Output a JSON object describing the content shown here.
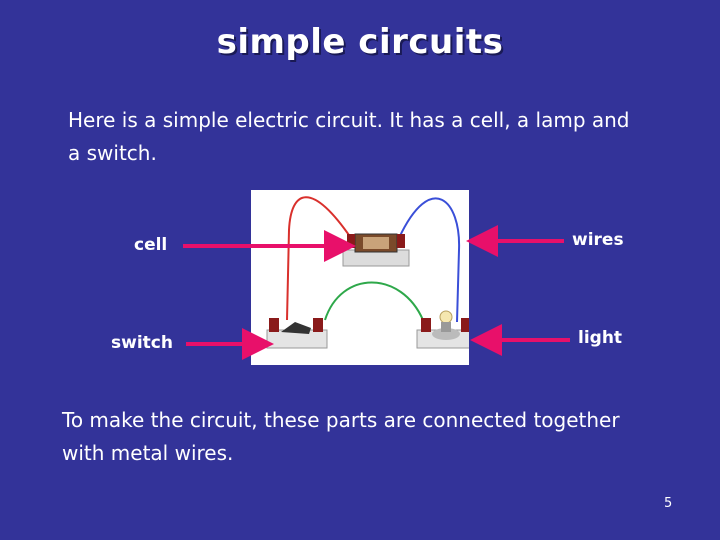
{
  "title": "simple circuits",
  "intro_text": "Here is a simple electric circuit. It has a cell, a lamp and a switch.",
  "labels": {
    "cell": "cell",
    "switch": "switch",
    "wires": "wires",
    "light": "light"
  },
  "outro_text": "To make the circuit, these parts are connected together with metal wires.",
  "page_number": "5",
  "colors": {
    "background": "#333399",
    "arrow": "#e8106a",
    "text": "#ffffff"
  }
}
